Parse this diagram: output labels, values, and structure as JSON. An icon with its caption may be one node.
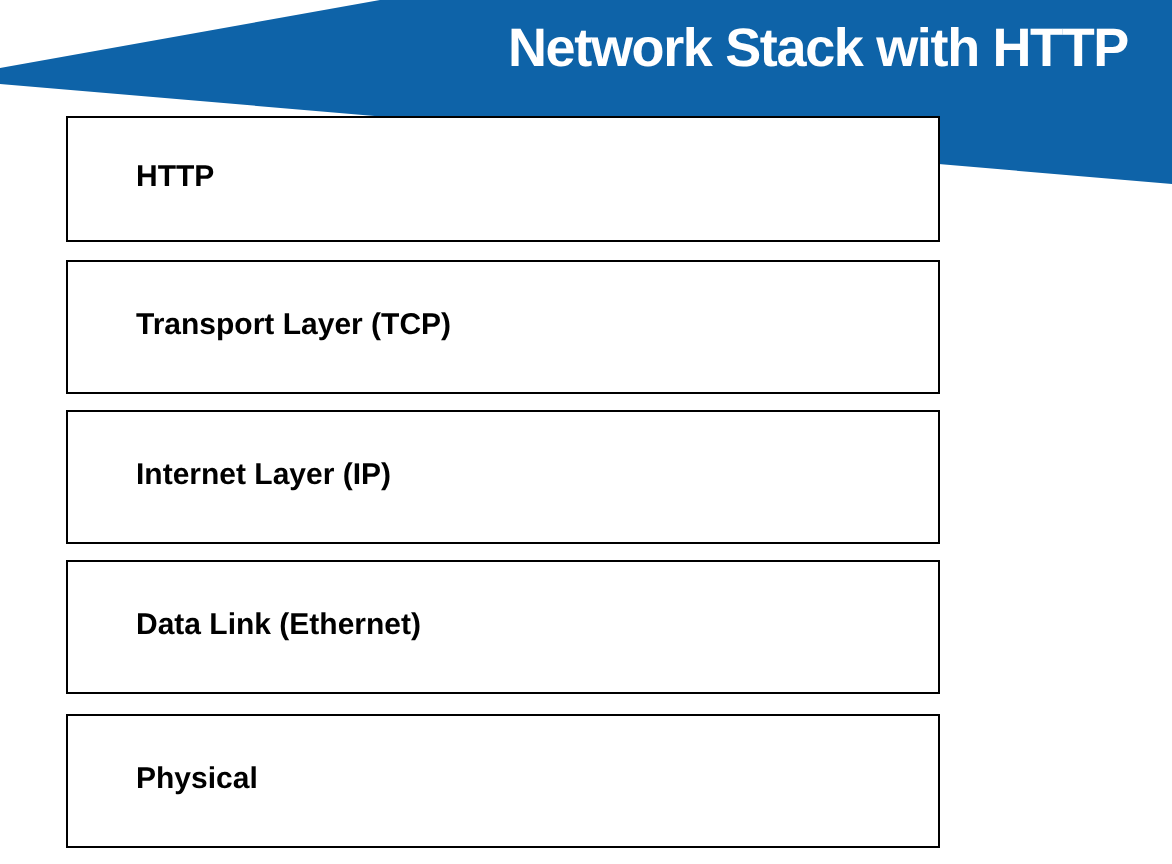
{
  "diagram": {
    "title": "Network Stack with HTTP",
    "nodes": [
      {
        "text": [
          "HTTP"
        ]
      },
      {
        "text": [
          "Transport Layer (TCP)"
        ]
      },
      {
        "text": [
          "Internet Layer (IP)"
        ]
      },
      {
        "text": [
          "Data Link (Ethernet)"
        ]
      },
      {
        "text": [
          "Physical"
        ]
      }
    ]
  }
}
